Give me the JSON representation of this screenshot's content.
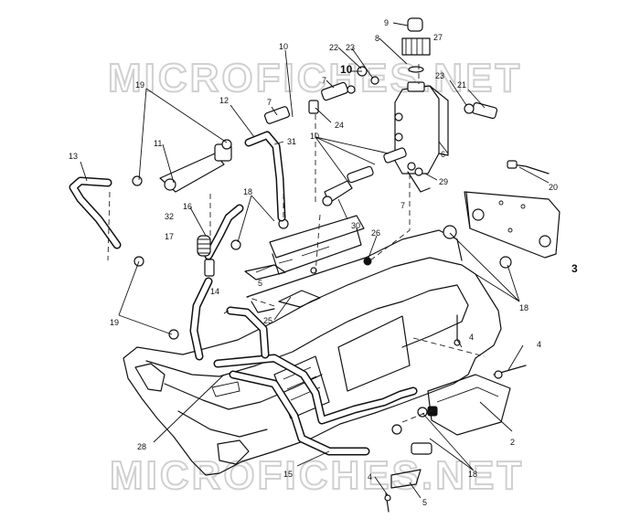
{
  "watermark": {
    "top": "MICROFICHES.NET",
    "bottom": "MICROFICHES.NET"
  },
  "callouts": [
    {
      "id": "c9",
      "text": "9"
    },
    {
      "id": "c27",
      "text": "27"
    },
    {
      "id": "c8",
      "text": "8"
    },
    {
      "id": "c22",
      "text": "22"
    },
    {
      "id": "c23a",
      "text": "23"
    },
    {
      "id": "c10a",
      "text": "10"
    },
    {
      "id": "c10b",
      "text": "10"
    },
    {
      "id": "c10c",
      "text": "10"
    },
    {
      "id": "c7a",
      "text": "7"
    },
    {
      "id": "c7b",
      "text": "7"
    },
    {
      "id": "c7c",
      "text": "7"
    },
    {
      "id": "c12",
      "text": "12"
    },
    {
      "id": "c31",
      "text": "31"
    },
    {
      "id": "c24",
      "text": "24"
    },
    {
      "id": "c23b",
      "text": "23"
    },
    {
      "id": "c21",
      "text": "21"
    },
    {
      "id": "c6",
      "text": "6"
    },
    {
      "id": "c19a",
      "text": "19"
    },
    {
      "id": "c11",
      "text": "11"
    },
    {
      "id": "c13",
      "text": "13"
    },
    {
      "id": "c29",
      "text": "29"
    },
    {
      "id": "c20",
      "text": "20"
    },
    {
      "id": "c18a",
      "text": "18"
    },
    {
      "id": "c30",
      "text": "30"
    },
    {
      "id": "c16",
      "text": "16"
    },
    {
      "id": "c32",
      "text": "32"
    },
    {
      "id": "c17",
      "text": "17"
    },
    {
      "id": "c26",
      "text": "26"
    },
    {
      "id": "c3",
      "text": "3"
    },
    {
      "id": "c5a",
      "text": "5"
    },
    {
      "id": "c14",
      "text": "14"
    },
    {
      "id": "c25",
      "text": "25"
    },
    {
      "id": "c18b",
      "text": "18"
    },
    {
      "id": "c19b",
      "text": "19"
    },
    {
      "id": "c4a",
      "text": "4"
    },
    {
      "id": "c4b",
      "text": "4"
    },
    {
      "id": "c2",
      "text": "2"
    },
    {
      "id": "c28",
      "text": "28"
    },
    {
      "id": "c15",
      "text": "15"
    },
    {
      "id": "c18c",
      "text": "18"
    },
    {
      "id": "c4c",
      "text": "4"
    },
    {
      "id": "c5b",
      "text": "5"
    }
  ]
}
